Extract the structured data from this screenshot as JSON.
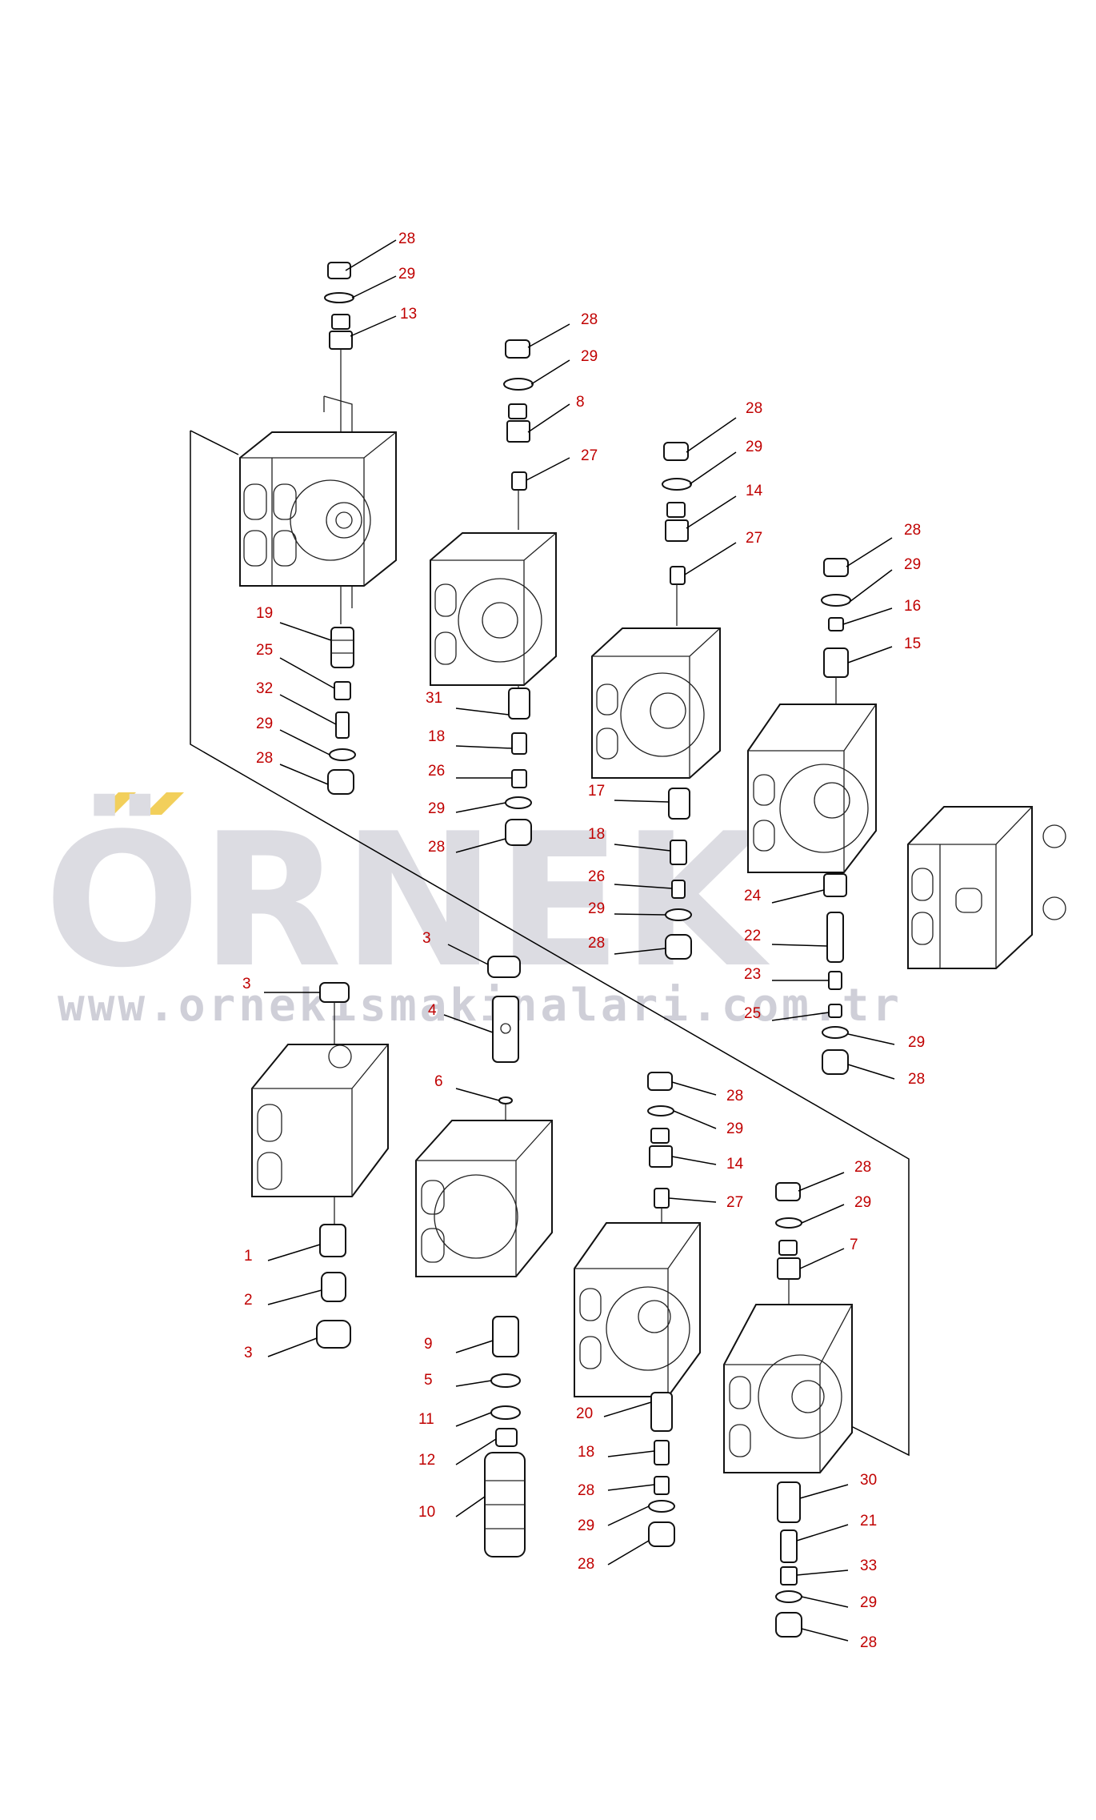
{
  "watermark": {
    "logo_text": "ÖRNEK",
    "url_text": "www.ornekismakinalari.com.tr",
    "accent_color": "#f2cf5b",
    "logo_color": "#dcdce2"
  },
  "label_color": "#c00000",
  "callouts": [
    {
      "id": "c1",
      "text": "28"
    },
    {
      "id": "c2",
      "text": "29"
    },
    {
      "id": "c3",
      "text": "13"
    },
    {
      "id": "c4",
      "text": "19"
    },
    {
      "id": "c5",
      "text": "25"
    },
    {
      "id": "c6",
      "text": "32"
    },
    {
      "id": "c7",
      "text": "29"
    },
    {
      "id": "c8",
      "text": "28"
    },
    {
      "id": "c9",
      "text": "28"
    },
    {
      "id": "c10",
      "text": "29"
    },
    {
      "id": "c11",
      "text": "8"
    },
    {
      "id": "c12",
      "text": "27"
    },
    {
      "id": "c13",
      "text": "31"
    },
    {
      "id": "c14",
      "text": "18"
    },
    {
      "id": "c15",
      "text": "26"
    },
    {
      "id": "c16",
      "text": "29"
    },
    {
      "id": "c17",
      "text": "28"
    },
    {
      "id": "c18",
      "text": "28"
    },
    {
      "id": "c19",
      "text": "29"
    },
    {
      "id": "c20",
      "text": "14"
    },
    {
      "id": "c21",
      "text": "27"
    },
    {
      "id": "c22",
      "text": "17"
    },
    {
      "id": "c23",
      "text": "18"
    },
    {
      "id": "c24",
      "text": "26"
    },
    {
      "id": "c25",
      "text": "29"
    },
    {
      "id": "c26",
      "text": "28"
    },
    {
      "id": "c27",
      "text": "28"
    },
    {
      "id": "c28",
      "text": "29"
    },
    {
      "id": "c29",
      "text": "16"
    },
    {
      "id": "c30",
      "text": "15"
    },
    {
      "id": "c31",
      "text": "24"
    },
    {
      "id": "c32",
      "text": "22"
    },
    {
      "id": "c33",
      "text": "23"
    },
    {
      "id": "c34",
      "text": "25"
    },
    {
      "id": "c35",
      "text": "29"
    },
    {
      "id": "c36",
      "text": "28"
    },
    {
      "id": "c37",
      "text": "3"
    },
    {
      "id": "c38",
      "text": "1"
    },
    {
      "id": "c39",
      "text": "2"
    },
    {
      "id": "c40",
      "text": "3"
    },
    {
      "id": "c41",
      "text": "3"
    },
    {
      "id": "c42",
      "text": "4"
    },
    {
      "id": "c43",
      "text": "6"
    },
    {
      "id": "c44",
      "text": "9"
    },
    {
      "id": "c45",
      "text": "5"
    },
    {
      "id": "c46",
      "text": "11"
    },
    {
      "id": "c47",
      "text": "12"
    },
    {
      "id": "c48",
      "text": "10"
    },
    {
      "id": "c49",
      "text": "28"
    },
    {
      "id": "c50",
      "text": "29"
    },
    {
      "id": "c51",
      "text": "14"
    },
    {
      "id": "c52",
      "text": "27"
    },
    {
      "id": "c53",
      "text": "20"
    },
    {
      "id": "c54",
      "text": "18"
    },
    {
      "id": "c55",
      "text": "28"
    },
    {
      "id": "c56",
      "text": "29"
    },
    {
      "id": "c57",
      "text": "28"
    },
    {
      "id": "c58",
      "text": "28"
    },
    {
      "id": "c59",
      "text": "29"
    },
    {
      "id": "c60",
      "text": "7"
    },
    {
      "id": "c61",
      "text": "30"
    },
    {
      "id": "c62",
      "text": "21"
    },
    {
      "id": "c63",
      "text": "33"
    },
    {
      "id": "c64",
      "text": "29"
    },
    {
      "id": "c65",
      "text": "28"
    }
  ]
}
